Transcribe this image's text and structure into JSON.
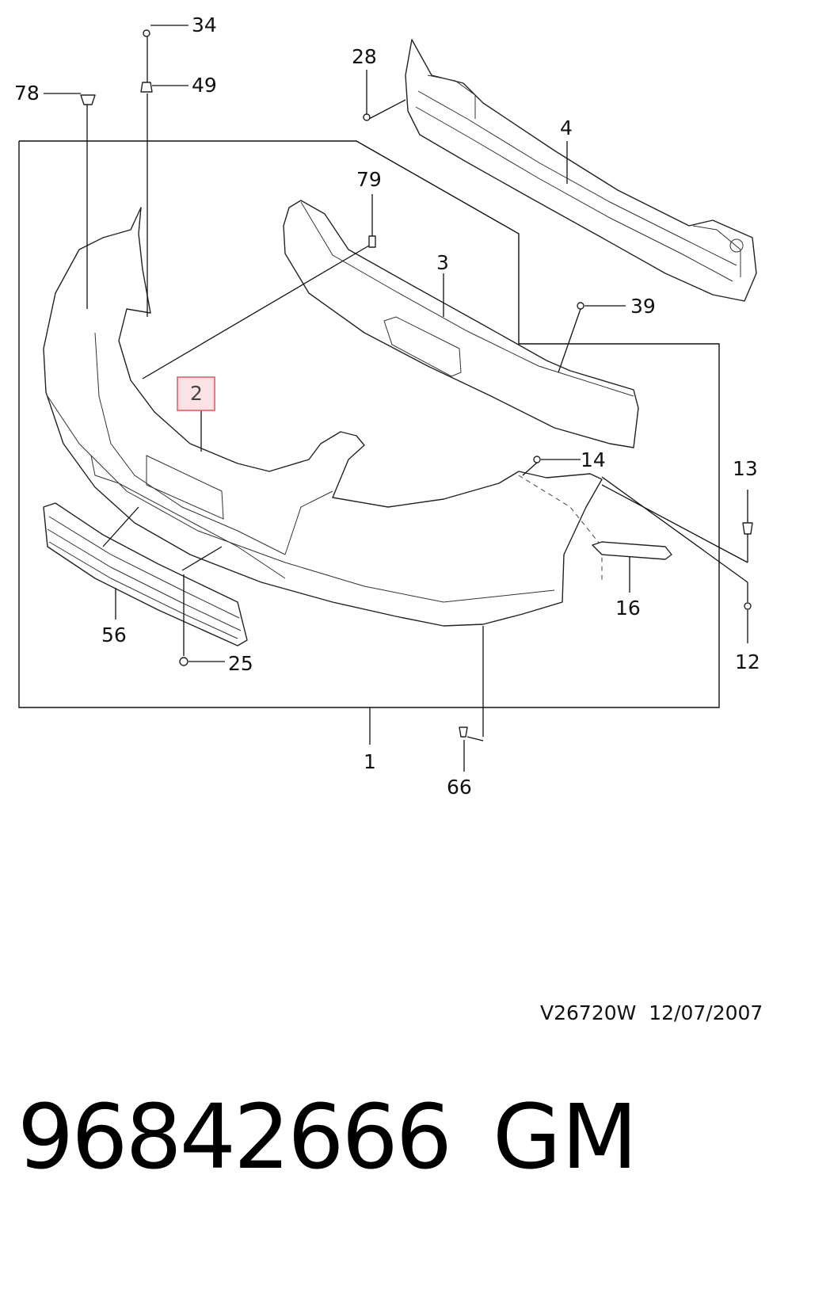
{
  "callouts": {
    "c34": "34",
    "c49": "49",
    "c78": "78",
    "c28": "28",
    "c4": "4",
    "c79": "79",
    "c3": "3",
    "c39": "39",
    "c2": "2",
    "c14": "14",
    "c13": "13",
    "c16": "16",
    "c56": "56",
    "c25": "25",
    "c12": "12",
    "c1": "1",
    "c66": "66"
  },
  "highlight_color": "#e0606a",
  "drawing_code": "V26720W  12/07/2007",
  "part_number": "96842666",
  "brand": "GM"
}
